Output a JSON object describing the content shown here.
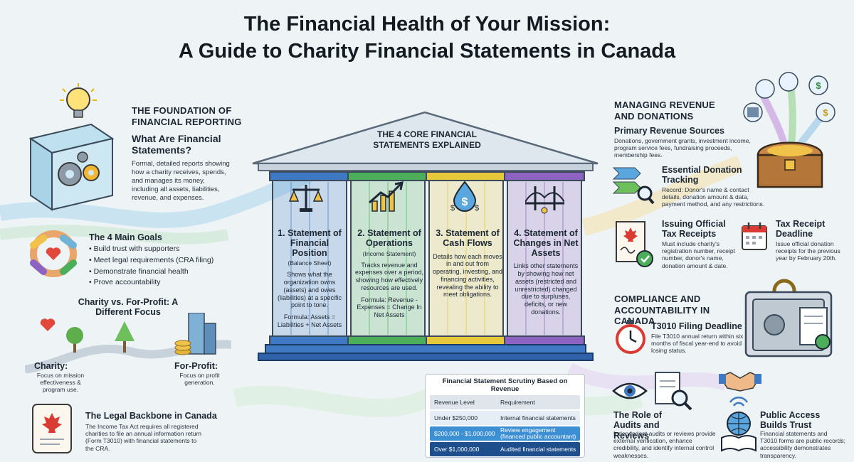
{
  "title": {
    "line1": "The Financial Health of Your Mission:",
    "line2": "A Guide to Charity Financial Statements in Canada"
  },
  "foundation": {
    "heading": "THE FOUNDATION OF FINANCIAL REPORTING",
    "subheading": "What Are Financial Statements?",
    "body": "Formal, detailed reports showing how a charity receives, spends, and manages its money, including all assets, liabilities, revenue, and expenses."
  },
  "goals": {
    "heading": "The 4 Main Goals",
    "items": [
      "Build trust with supporters",
      "Meet legal requirements (CRA filing)",
      "Demonstrate financial health",
      "Prove accountability"
    ]
  },
  "comparison": {
    "heading": "Charity vs. For-Profit: A Different Focus",
    "charity_label": "Charity:",
    "charity_text": "Focus on mission effectiveness & program use.",
    "forprofit_label": "For-Profit:",
    "forprofit_text": "Focus on profit generation."
  },
  "legal": {
    "heading": "The Legal Backbone in Canada",
    "body": "The Income Tax Act requires all registered charities to file an annual information return (Form T3010) with financial statements to the CRA."
  },
  "temple": {
    "heading": "THE 4 CORE FINANCIAL STATEMENTS EXPLAINED",
    "pillars": [
      {
        "title": "1. Statement of Financial Position",
        "paren": "(Balance Sheet)",
        "body": "Shows what the organization owns (assets) and owes (liabilities) at a specific point to tone.",
        "formula": "Formula: Assets = Liabilities + Net Assets",
        "color": "#3f79c4"
      },
      {
        "title": "2. Statement of Operations",
        "paren": "(Income Statement)",
        "body": "Tracks revenue and expenses over a period, showing how effectively resources are used.",
        "formula": "Formula: Revenue - Expenses = Change In Net Assets",
        "color": "#4cae5a"
      },
      {
        "title": "3. Statement of Cash Flows",
        "paren": "",
        "body": "Details how each moves in and out from operating, investing, and financing activities, revealing the ability to meet obligations.",
        "formula": "",
        "color": "#e6c83c"
      },
      {
        "title": "4. Statement of Changes in Net Assets",
        "paren": "",
        "body": "Links other statements by showing how net assets (restricted and unrestricted) changed due to surpluses, deficits, or new donations.",
        "formula": "",
        "color": "#8d63c1"
      }
    ]
  },
  "scrutiny": {
    "title": "Financial Statement Scrutiny Based on Revenue",
    "col1": "Revenue Level",
    "col2": "Requirement",
    "rows": [
      {
        "level": "Under $250,000",
        "req": "Internal financial statements"
      },
      {
        "level": "$200,000 - $1,000,000",
        "req": "Review engagement (financed public accountant)"
      },
      {
        "level": "Over $1,000,000",
        "req": "Audited financial statements"
      }
    ]
  },
  "revenue": {
    "heading": "MANAGING REVENUE AND DONATIONS",
    "sources_heading": "Primary Revenue Sources",
    "sources_body": "Donations, government grants, investment income, program service fees, fundraising proceeds, membership fees.",
    "tracking_heading": "Essential Donation Tracking",
    "tracking_body": "Record: Donor's name & contact details, donation amount & data, payment method, and any restrictions.",
    "receipts_heading": "Issuing Official Tax Receipts",
    "receipts_body": "Must include charity's registration number, receipt number, donor's name, donation amount & date.",
    "deadline_heading": "Tax Receipt Deadline",
    "deadline_body": "Issue official donation receipts for the previous year by February 20th."
  },
  "compliance": {
    "heading": "COMPLIANCE AND ACCOUNTABILITY IN CANADA",
    "t3010_heading": "T3010 Filing Deadline",
    "t3010_body": "File T3010 annual return within six months of fiscal year-end to avoid losing status.",
    "audits_heading": "The Role of Audits and Reviews",
    "audits_body": "Independent audits or reviews provide external verification, enhance credibility, and identify internal control weaknesses.",
    "public_heading": "Public Access Builds Trust",
    "public_body": "Financial statements and T3010 forms are public records; accessibility demonstrates transparency."
  },
  "colors": {
    "blue": "#3f79c4",
    "green": "#4cae5a",
    "yellow": "#e6c83c",
    "purple": "#8d63c1",
    "navy": "#1f4e8c"
  }
}
